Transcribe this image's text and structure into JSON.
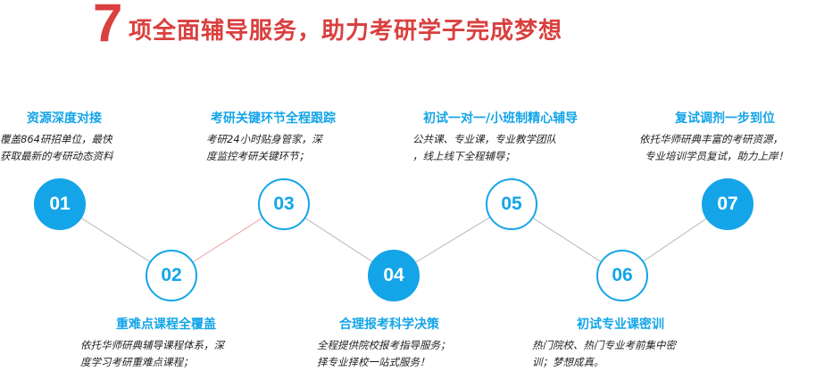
{
  "heading": {
    "number": "7",
    "title": "项全面辅导服务，助力考研学子完成梦想"
  },
  "colors": {
    "accent_red": "#d9403f",
    "accent_blue": "#14a5e8"
  },
  "steps": [
    {
      "number": "01",
      "title": "资源深度对接",
      "desc": [
        "覆盖864研招单位，最快",
        "获取最新的考研动态资料"
      ],
      "filled": true
    },
    {
      "number": "02",
      "title": "重难点课程全覆盖",
      "desc": [
        "依托华师研典辅导课程体系，深",
        "度学习考研重难点课程；"
      ],
      "filled": false
    },
    {
      "number": "03",
      "title": "考研关键环节全程跟踪",
      "desc": [
        "考研24小时贴身管家，深",
        "度监控考研关键环节；"
      ],
      "filled": false
    },
    {
      "number": "04",
      "title": "合理报考科学决策",
      "desc": [
        "全程提供院校报考指导服务；",
        "择专业择校一站式服务！"
      ],
      "filled": true
    },
    {
      "number": "05",
      "title": "初试一对一/小班制精心辅导",
      "desc": [
        "公共课、专业课，专业教学团队",
        "，线上线下全程辅导；"
      ],
      "filled": false
    },
    {
      "number": "06",
      "title": "初试专业课密训",
      "desc": [
        "热门院校、热门专业考前集中密",
        "训；梦想成真。"
      ],
      "filled": false
    },
    {
      "number": "07",
      "title": "复试调剂一步到位",
      "desc": [
        "依托华师研典丰富的考研资源，",
        "专业培训学员复试，助力上岸！"
      ],
      "filled": true
    }
  ]
}
